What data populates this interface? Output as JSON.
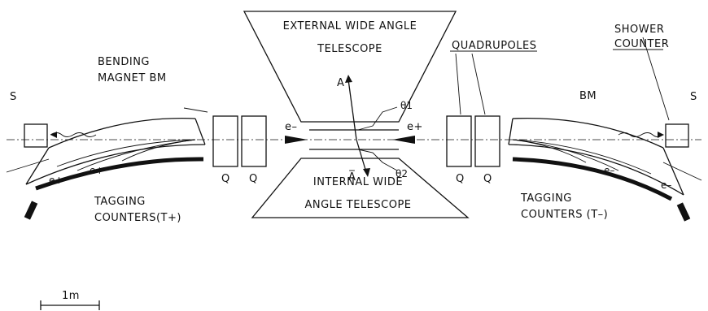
{
  "labels": {
    "external_telescope": [
      "EXTERNAL WIDE ANGLE",
      "TELESCOPE"
    ],
    "internal_telescope": [
      "INTERNAL WIDE",
      "ANGLE TELESCOPE"
    ],
    "bending_magnet": [
      "BENDING",
      "MAGNET BM"
    ],
    "quadrupoles": "QUADRUPOLES",
    "shower_counter": [
      "SHOWER",
      "COUNTER"
    ],
    "tagging_left": [
      "TAGGING",
      "COUNTERS(T+)"
    ],
    "tagging_right": [
      "TAGGING",
      "COUNTERS (T–)"
    ],
    "bm_right": "BM",
    "s": "S",
    "q": "Q",
    "e_minus": "e–",
    "e_plus": "e+",
    "a": "A",
    "a_bar": "A̅",
    "theta1": "θ1",
    "theta2": "θ2",
    "scale": "1m"
  }
}
